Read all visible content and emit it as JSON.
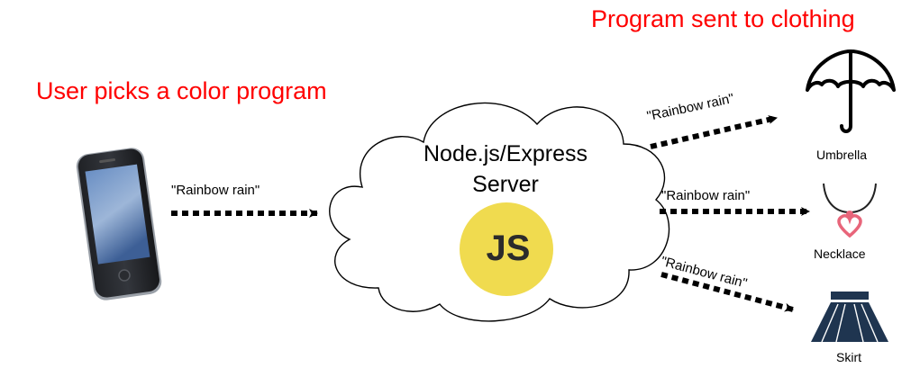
{
  "headings": {
    "user_picks": "User picks a color program",
    "program_sent": "Program sent to clothing"
  },
  "server": {
    "line1": "Node.js/Express",
    "line2": "Server",
    "logo_text": "JS",
    "logo_color": "#f0db4f"
  },
  "messages": {
    "phone_to_server": "\"Rainbow rain\"",
    "to_umbrella": "\"Rainbow rain\"",
    "to_necklace": "\"Rainbow rain\"",
    "to_skirt": "\"Rainbow rain\""
  },
  "clothing": [
    {
      "label": "Umbrella",
      "icon": "umbrella-icon"
    },
    {
      "label": "Necklace",
      "icon": "necklace-icon"
    },
    {
      "label": "Skirt",
      "icon": "skirt-icon"
    }
  ],
  "colors": {
    "heading": "#ff0000",
    "necklace_pendant": "#e8657a",
    "skirt": "#1f3550"
  }
}
